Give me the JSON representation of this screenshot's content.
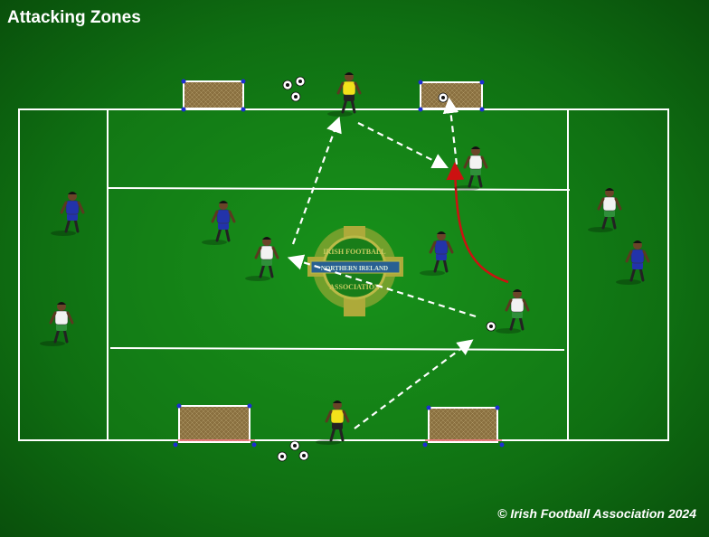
{
  "title": "Attacking Zones",
  "copyright": "© Irish Football Association 2024",
  "logo": {
    "top_text": "IRISH FOOTBALL",
    "band_text": "NORTHERN IRELAND",
    "bottom_text": "ASSOCIATION"
  },
  "colors": {
    "pitch_dark": "#0a4a0a",
    "pitch_mid": "#127a12",
    "pitch_light": "#1aa01a",
    "lines": "#ffffff",
    "team_blue": "#2233aa",
    "team_white": "#f2f2f2",
    "team_green_shorts": "#2f8f3a",
    "goalkeeper_yellow": "#f2e21a",
    "run_arrow": "#cc1111",
    "pass_arrow": "#ffffff",
    "goal_net": "#8a7040"
  },
  "legend": {
    "pass_arrow": "dashed-white-arrow",
    "run_arrow": "solid-red-curve"
  }
}
